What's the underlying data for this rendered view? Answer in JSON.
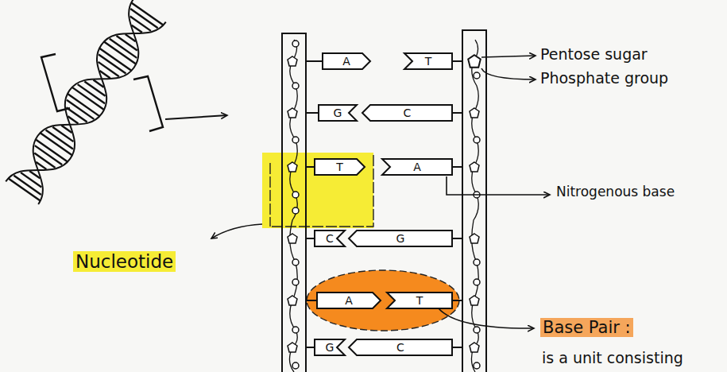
{
  "diagram": {
    "nodes": [
      {
        "text": [
          "A"
        ]
      },
      {
        "text": [
          "T"
        ]
      },
      {
        "text": [
          "G"
        ]
      },
      {
        "text": [
          "C"
        ]
      },
      {
        "text": [
          "T"
        ]
      },
      {
        "text": [
          "A"
        ]
      },
      {
        "text": [
          "C"
        ]
      },
      {
        "text": [
          "G"
        ]
      },
      {
        "text": [
          "A"
        ]
      },
      {
        "text": [
          "T"
        ]
      },
      {
        "text": [
          "G"
        ]
      },
      {
        "text": [
          "C"
        ]
      }
    ],
    "labels": [
      "Pentose sugar",
      "Phosphate group",
      "Nitrogenous base",
      "Nucleotide",
      "Base Pair :",
      "is a unit consisting"
    ]
  }
}
